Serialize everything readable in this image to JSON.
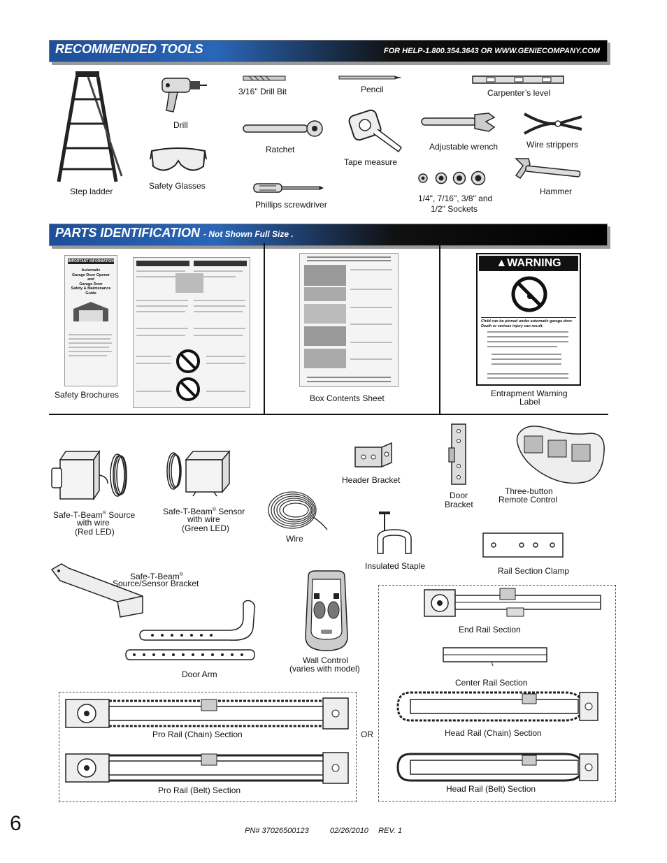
{
  "tools_section": {
    "title": "RECOMMENDED TOOLS",
    "help": "FOR HELP-1.800.354.3643 OR WWW.GENIECOMPANY.COM",
    "tools": {
      "step_ladder": "Step ladder",
      "drill": "Drill",
      "safety_glasses": "Safety Glasses",
      "drill_bit": "3/16\" Drill Bit",
      "ratchet": "Ratchet",
      "phillips_screwdriver": "Phillips screwdriver",
      "pencil": "Pencil",
      "tape_measure": "Tape measure",
      "carpenters_level": "Carpenter’s level",
      "adjustable_wrench": "Adjustable wrench",
      "wire_strippers": "Wire strippers",
      "sockets_line1": "1/4\", 7/16\", 3/8\" and",
      "sockets_line2": "1/2\"  Sockets",
      "hammer": "Hammer"
    }
  },
  "parts_section": {
    "title": "PARTS IDENTIFICATION",
    "subtitle": "- Not Shown Full Size .",
    "safety_brochures": "Safety Brochures",
    "box_contents_sheet": "Box Contents Sheet",
    "entrapment_label_line1": "Entrapment Warning",
    "entrapment_label_line2": "Label",
    "brochure_badge": "IMPORTANT INFORMATION",
    "brochure_title_lines": [
      "Automatic",
      "Garage Door Opener",
      "and",
      "Garage Door",
      "Safety & Maintenance",
      "Guide"
    ],
    "warning_word": "WARNING",
    "warning_caption": "Child can be pinned under automatic garage door. Death or serious injury can result.",
    "parts": {
      "source_line1": "Safe-T-Beam",
      "source_line1_suffix": " Source",
      "source_line2": "with wire",
      "source_line3": "(Red LED)",
      "sensor_line1": "Safe-T-Beam",
      "sensor_line1_suffix": " Sensor",
      "sensor_line2": "with wire",
      "sensor_line3": "(Green LED)",
      "registered": "®",
      "wire": "Wire",
      "header_bracket": "Header Bracket",
      "door_bracket_line1": "Door",
      "door_bracket_line2": "Bracket",
      "remote_line1": "Three-button",
      "remote_line2": "Remote Control",
      "insulated_staple": "Insulated Staple",
      "rail_section_clamp": "Rail Section Clamp",
      "stb_bracket_line1": "Safe-T-Beam",
      "stb_bracket_line2": "Source/Sensor Bracket",
      "door_arm": "Door Arm",
      "wall_control_line1": "Wall Control",
      "wall_control_line2": "(varies with model)",
      "end_rail": "End Rail Section",
      "center_rail": "Center Rail Section",
      "pro_rail_chain": "Pro Rail (Chain) Section",
      "pro_rail_belt": "Pro Rail (Belt) Section",
      "or": "OR",
      "head_rail_chain": "Head Rail (Chain) Section",
      "head_rail_belt": "Head Rail (Belt) Section"
    }
  },
  "footer": {
    "page_number": "6",
    "part_number": "PN# 37026500123",
    "date": "02/26/2010",
    "revision": "REV. 1"
  }
}
